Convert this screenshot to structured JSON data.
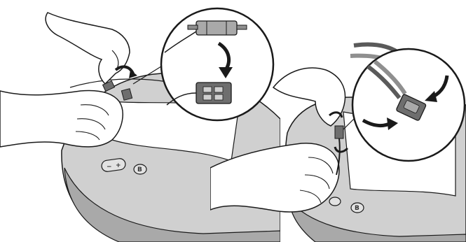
{
  "figure": {
    "steps": [
      {
        "id": "step-1",
        "detail_callout": "connector-plug-into-socket",
        "button_labels": [
          "−",
          "+",
          "B"
        ]
      },
      {
        "id": "step-2",
        "detail_callout": "connector-latch-closing",
        "button_labels": [
          "B"
        ]
      }
    ]
  },
  "colors": {
    "line": "#1a1a1a",
    "device_light": "#d0d0d0",
    "device_mid": "#a9a9a9",
    "device_dark": "#6e6e6e",
    "cable_dark": "#5a5a5a",
    "cable_light": "#8f8f8f",
    "skin": "#ffffff"
  }
}
